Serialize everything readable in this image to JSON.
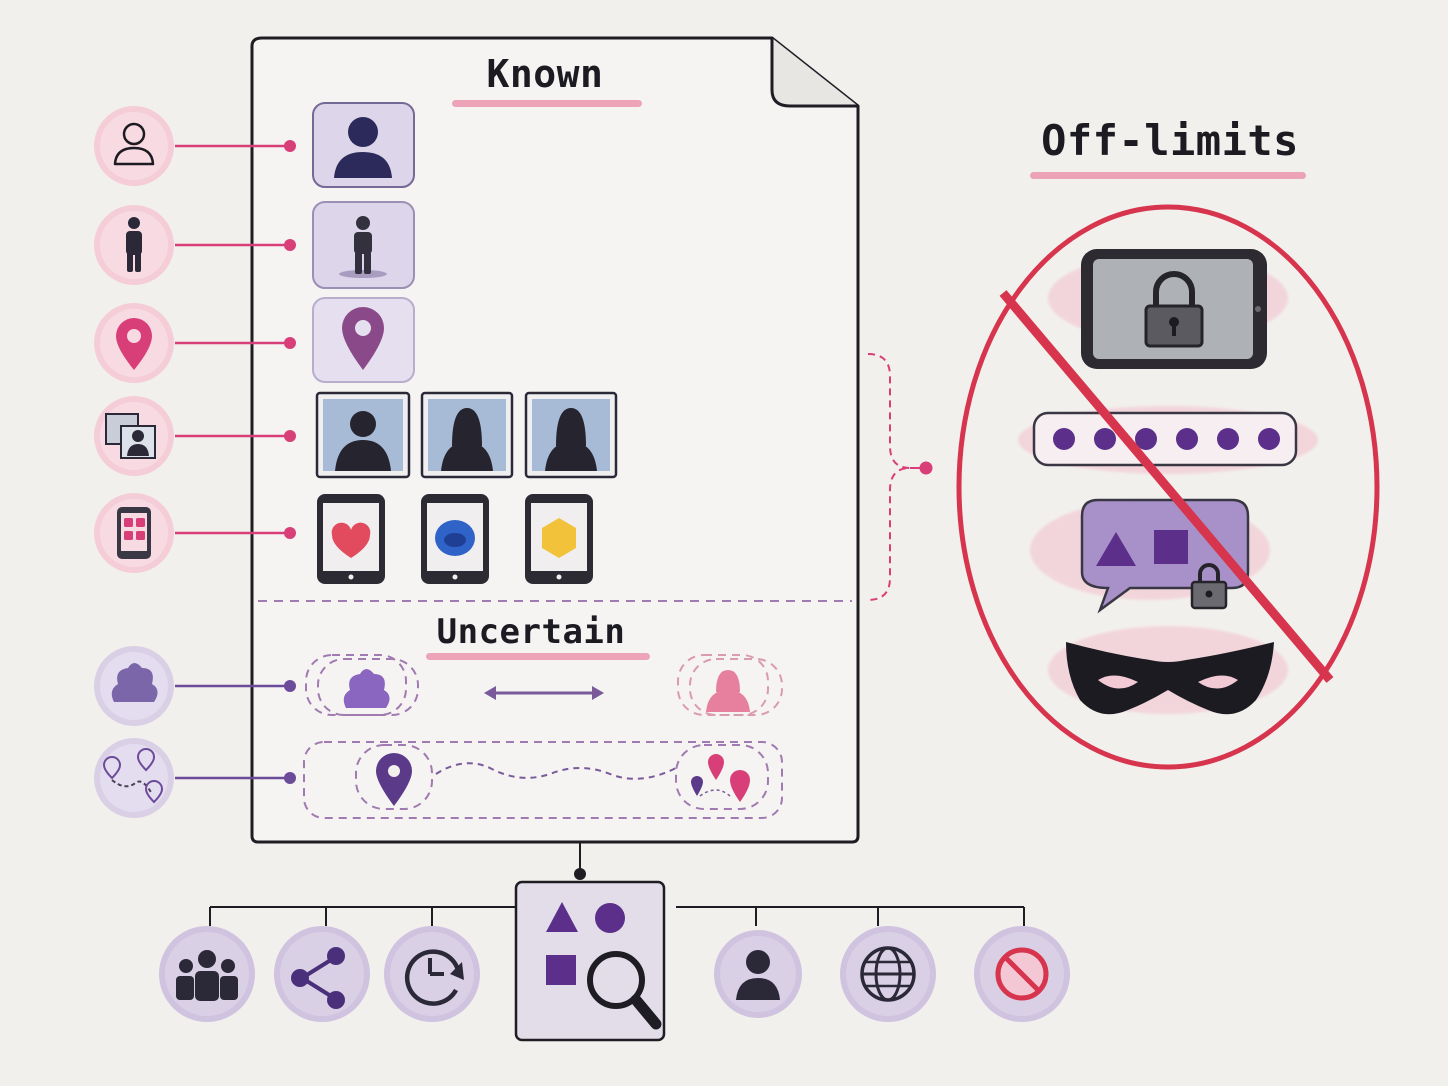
{
  "headings": {
    "known": "Known",
    "uncertain": "Uncertain",
    "off_limits": "Off-limits"
  },
  "colors": {
    "pink": "#d83f78",
    "pink_soft": "#f3c7d3",
    "purple": "#6c4b9a",
    "purple_soft": "#d9d0e6",
    "dark": "#2b2838",
    "prohibition_red": "#d7344e",
    "paper": "#f2f0ec"
  },
  "known_items": [
    {
      "left_icon": "user-outline-icon",
      "right_icons": [
        "person-avatar-icon"
      ]
    },
    {
      "left_icon": "standing-person-icon",
      "right_icons": [
        "full-body-figure-icon"
      ]
    },
    {
      "left_icon": "location-pin-icon",
      "right_icons": [
        "location-pin-icon"
      ]
    },
    {
      "left_icon": "photos-icon",
      "right_icons": [
        "portrait-photo-icon",
        "portrait-photo-icon",
        "portrait-photo-icon"
      ]
    },
    {
      "left_icon": "apps-phone-icon",
      "right_icons": [
        "heart-app-phone-icon",
        "blue-blob-phone-icon",
        "hexagon-app-phone-icon"
      ]
    }
  ],
  "uncertain_items": [
    {
      "left_icon": "blob-shape-icon",
      "right_icons": [
        "blob-shape-icon",
        "double-arrow-icon",
        "person-silhouette-icon"
      ]
    },
    {
      "left_icon": "route-pins-icon",
      "right_icons": [
        "location-pin-icon",
        "wavy-dashed-path-icon",
        "multiple-pins-icon"
      ]
    }
  ],
  "off_limits_items": [
    "locked-phone-icon",
    "password-dots-icon",
    "locked-message-icon",
    "mask-icon"
  ],
  "bottom_icons": {
    "center": "shapes-search-icon",
    "left": [
      "group-icon",
      "share-icon",
      "clock-refresh-icon"
    ],
    "right": [
      "person-icon",
      "globe-icon",
      "prohibited-icon"
    ]
  }
}
